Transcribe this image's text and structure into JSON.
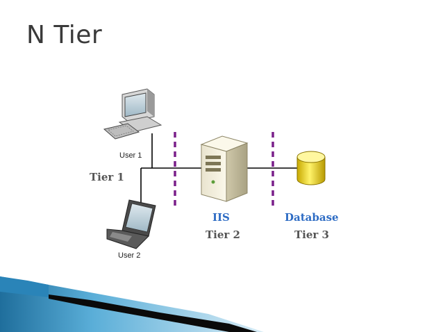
{
  "slide": {
    "title": "N Tier"
  },
  "diagram": {
    "user1_label": "User 1",
    "user2_label": "User 2",
    "tier1_label": "Tier 1",
    "server_label": "IIS",
    "tier2_label": "Tier 2",
    "database_label": "Database",
    "tier3_label": "Tier 3",
    "colors": {
      "divider": "#7a1f8a",
      "accent_blue": "#2e6cc4",
      "wire": "#000000"
    }
  }
}
